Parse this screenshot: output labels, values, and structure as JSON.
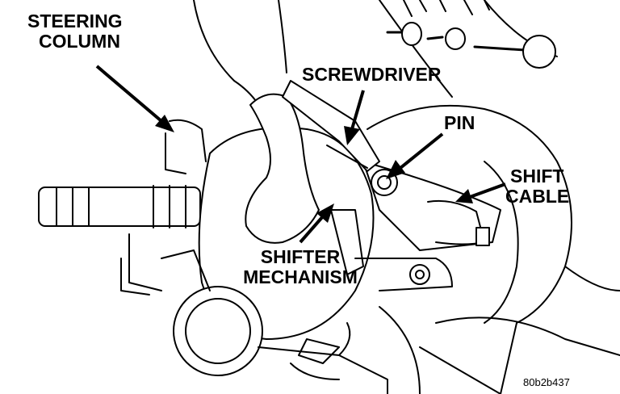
{
  "labels": {
    "steering_column": [
      "STEERING",
      "COLUMN"
    ],
    "screwdriver": "SCREWDRIVER",
    "pin": "PIN",
    "shift_cable": [
      "SHIFT",
      "CABLE"
    ],
    "shifter_mechanism": [
      "SHIFTER",
      "MECHANISM"
    ]
  },
  "figure_code": "80b2b437"
}
